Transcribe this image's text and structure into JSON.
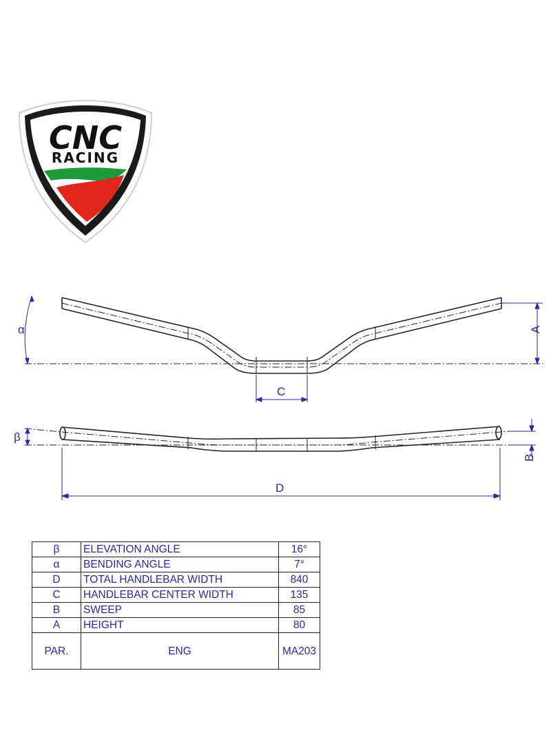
{
  "logo": {
    "line1": "CNC",
    "line2": "RACING"
  },
  "dimensions": {
    "alpha": "α",
    "beta": "β",
    "A": "A",
    "B": "B",
    "C": "C",
    "D": "D"
  },
  "table": {
    "rows": [
      {
        "symbol": "β",
        "parameter": "ELEVATION ANGLE",
        "value": "16°"
      },
      {
        "symbol": "α",
        "parameter": "BENDING ANGLE",
        "value": "7°"
      },
      {
        "symbol": "D",
        "parameter": "TOTAL HANDLEBAR WIDTH",
        "value": "840"
      },
      {
        "symbol": "C",
        "parameter": "HANDLEBAR CENTER WIDTH",
        "value": "135"
      },
      {
        "symbol": "B",
        "parameter": "SWEEP",
        "value": "85"
      },
      {
        "symbol": "A",
        "parameter": "HEIGHT",
        "value": "80"
      }
    ],
    "footer": {
      "symbol": "PAR.",
      "parameter": "ENG",
      "value": "MA203"
    }
  },
  "colors": {
    "dimension": "#2a2aa0",
    "drawing": "#222222",
    "logo_green": "#1e9a3a",
    "logo_red": "#e1261c"
  }
}
